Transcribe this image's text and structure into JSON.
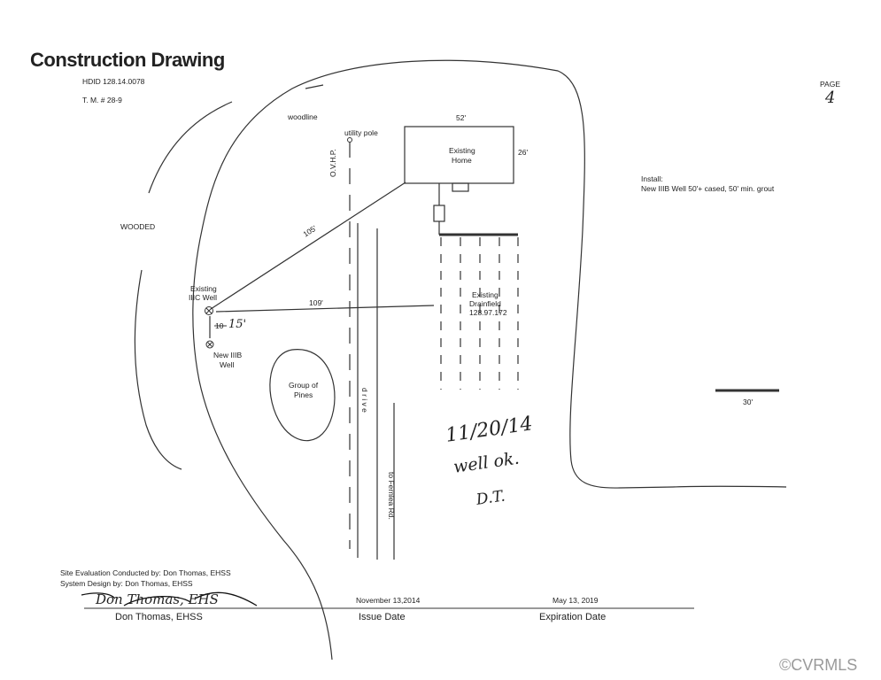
{
  "header": {
    "title": "Construction Drawing",
    "hdid": "HDID  128.14.0078",
    "tm": "T. M. # 28-9",
    "page_label": "PAGE",
    "page_number": "4"
  },
  "site": {
    "woodline": "woodline",
    "wooded": "WOODED",
    "utility_pole": "utility pole",
    "ovhp": "O.V.H.P.",
    "home_width": "52'",
    "home_depth": "26'",
    "home_line1": "Existing",
    "home_line2": "Home",
    "dist_home": "105'",
    "dist_drain": "109'",
    "existing_well_line1": "Existing",
    "existing_well_line2": "IIIC Well",
    "well_spacing_struck": "10",
    "well_spacing": "15'",
    "new_well_line1": "New IIIB",
    "new_well_line2": "Well",
    "pines_line1": "Group of",
    "pines_line2": "Pines",
    "drive": "d r i v e",
    "road": "to Fernlea Rd.",
    "drain_line1": "Existing",
    "drain_line2": "Drainfield",
    "drain_line3": "128.97.172",
    "install_line1": "Install:",
    "install_line2": "New IIIB Well 50'+ cased, 50' min. grout",
    "scale": "30'"
  },
  "note": {
    "date": "11/20/14",
    "text": "well ok.",
    "initials": "D.T."
  },
  "footer": {
    "evaluation": "Site Evaluation Conducted by:  Don Thomas, EHSS",
    "design": "System Design by:  Don Thomas, EHSS",
    "signature": "Don Thomas, EHS",
    "signer": "Don Thomas, EHSS",
    "issue_date": "November 13,2014",
    "issue_label": "Issue Date",
    "expiration_date": "May 13, 2019",
    "expiration_label": "Expiration Date"
  },
  "watermark": "©CVRMLS"
}
